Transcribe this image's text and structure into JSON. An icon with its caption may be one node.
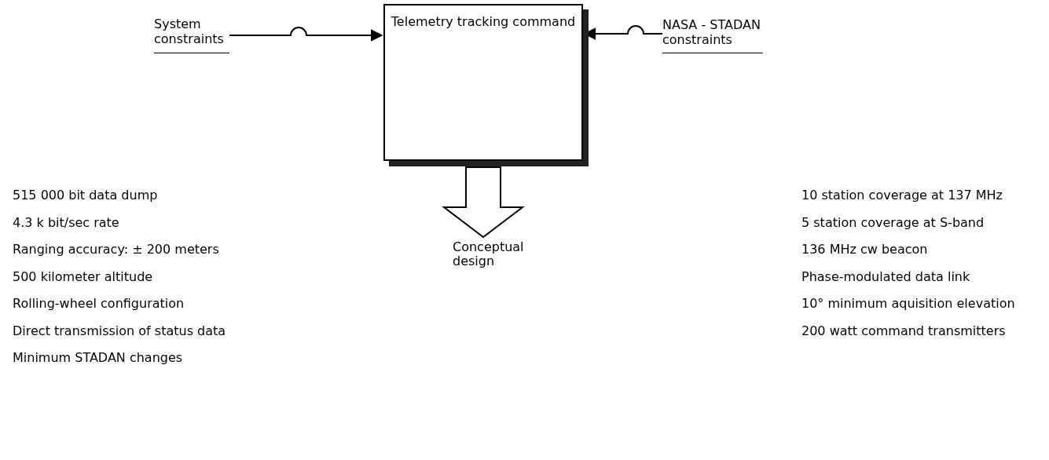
{
  "diagram": {
    "nodes": [
      {
        "text": [
          "System constraints"
        ]
      },
      {
        "text": [
          "Telemetry tracking command"
        ]
      },
      {
        "text": [
          "NASA - STADAN constraints"
        ]
      },
      {
        "text": [
          "Conceptual design"
        ]
      }
    ],
    "edges": [
      {
        "from": 0,
        "to": 1,
        "arrow": "to"
      },
      {
        "from": 2,
        "to": 1,
        "arrow": "to"
      },
      {
        "from": 1,
        "to": 3,
        "arrow": "to"
      }
    ],
    "labels": [
      "515 000 bit data dump",
      "4.3 k bit/sec rate",
      "Ranging accuracy: ± 200 meters",
      "500 kilometer altitude",
      "Rolling-wheel configuration",
      "Direct transmission of status data",
      "Minimum STADAN changes",
      "10 station coverage at 137 MHz",
      "5 station coverage at S-band",
      "136 MHz cw beacon",
      "Phase-modulated data link",
      "10° minimum aquisition elevation",
      "200 watt command transmitters"
    ]
  }
}
